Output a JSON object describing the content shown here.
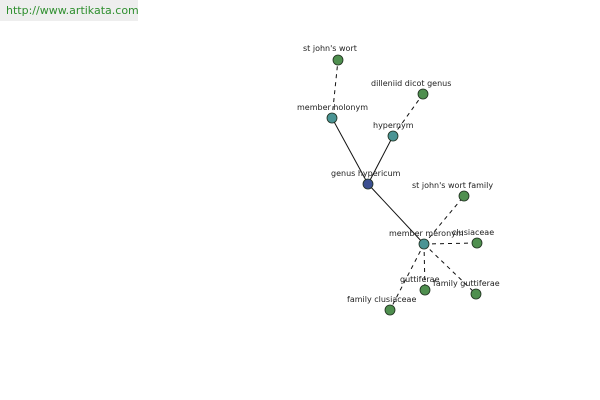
{
  "header": {
    "url": "http://www.artikata.com"
  },
  "colors": {
    "root": "#3b4f91",
    "relation": "#4a9494",
    "leaf": "#4f8f4f",
    "url": "#2f8f2f"
  },
  "graph": {
    "nodes": [
      {
        "id": "genus-hypericum",
        "label": "genus hypericum",
        "kind": "root"
      },
      {
        "id": "member-holonym",
        "label": "member holonym",
        "kind": "relation"
      },
      {
        "id": "hypernym",
        "label": "hypernym",
        "kind": "relation"
      },
      {
        "id": "member-meronym",
        "label": "member meronym",
        "kind": "relation"
      },
      {
        "id": "st-johns-wort",
        "label": "st john's wort",
        "kind": "leaf"
      },
      {
        "id": "dilleniid-dicot-genus",
        "label": "dilleniid dicot genus",
        "kind": "leaf"
      },
      {
        "id": "st-johns-wort-family",
        "label": "st john's wort family",
        "kind": "leaf"
      },
      {
        "id": "clusiaceae",
        "label": "clusiaceae",
        "kind": "leaf"
      },
      {
        "id": "guttiferae",
        "label": "guttiferae",
        "kind": "leaf"
      },
      {
        "id": "family-guttiferae",
        "label": "family guttiferae",
        "kind": "leaf"
      },
      {
        "id": "family-clusiaceae",
        "label": "family clusiaceae",
        "kind": "leaf"
      }
    ],
    "edges": [
      {
        "from": "genus-hypericum",
        "to": "member-holonym",
        "style": "solid"
      },
      {
        "from": "genus-hypericum",
        "to": "hypernym",
        "style": "solid"
      },
      {
        "from": "genus-hypericum",
        "to": "member-meronym",
        "style": "solid"
      },
      {
        "from": "member-holonym",
        "to": "st-johns-wort",
        "style": "dashed"
      },
      {
        "from": "hypernym",
        "to": "dilleniid-dicot-genus",
        "style": "dashed"
      },
      {
        "from": "member-meronym",
        "to": "st-johns-wort-family",
        "style": "dashed"
      },
      {
        "from": "member-meronym",
        "to": "clusiaceae",
        "style": "dashed"
      },
      {
        "from": "member-meronym",
        "to": "guttiferae",
        "style": "dashed"
      },
      {
        "from": "member-meronym",
        "to": "family-guttiferae",
        "style": "dashed"
      },
      {
        "from": "member-meronym",
        "to": "family-clusiaceae",
        "style": "dashed"
      }
    ]
  }
}
